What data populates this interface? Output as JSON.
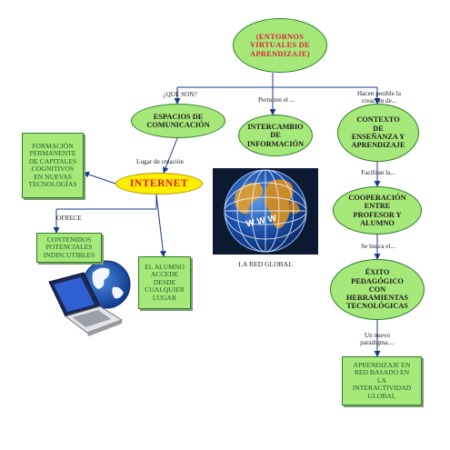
{
  "nodes": {
    "top": [
      "(ENTORNOS",
      "VIRTUALES DE",
      "APRENDIZAJE)"
    ],
    "espacios": [
      "ESPACIOS DE",
      "COMUNICACIÓN"
    ],
    "intercambio": [
      "INTERCAMBIO",
      "DE",
      "INFORMACIÓN"
    ],
    "contexto": [
      "CONTEXTO",
      "DE",
      "ENSEÑANZA Y",
      "APRENDIZAJE"
    ],
    "internet": "INTERNET",
    "formacion": [
      "FORMACIÓN",
      "PERMANENTE",
      "DE CAPITALES",
      "COGNITIVOS",
      "EN NUEVAS",
      "TECNOLOGÍAS"
    ],
    "contenidos": [
      "CONTENIDOS",
      "POTENCIALES",
      "INDISCUTIBLES"
    ],
    "alumno": [
      "EL ALUMNO",
      "ACCEDE",
      "DESDE",
      "CUALQUIER",
      "LUGAR"
    ],
    "cooperacion": [
      "COOPERACIÓN",
      "ENTRE",
      "PROFESOR Y",
      "ALUMNO"
    ],
    "exito": [
      "ÉXITO",
      "PEDAGÓGICO",
      "CON",
      "HERRAMIENTAS",
      "TECNOLÓGICAS"
    ],
    "aprendizaje": [
      "APRENDIZAJE EN",
      "RED BASADO EN",
      "LA",
      "INTERACTIVIDAD",
      "GLOBAL"
    ]
  },
  "links": {
    "que_son": "¿QUÉ SON?",
    "permiten": "Permiten el ...",
    "hacen_posible": [
      "Hacen posible la",
      "creación de..."
    ],
    "lugar": "Lugar de creación",
    "ofrece": "OFRECE",
    "facilitan": "Facilitan la...",
    "se_busca": "Se busca el...",
    "un_nuevo": [
      "Un nuevo",
      "paradigma...."
    ]
  },
  "images": {
    "globe_caption": "LA RED GLOBAL",
    "globe_text": "W W W"
  },
  "colors": {
    "node_fill": "#a6e87a",
    "node_border": "#2f7d2a",
    "internet_fill": "#ffee00",
    "title_text": "#e0252f",
    "connector": "#1a3a8a"
  }
}
